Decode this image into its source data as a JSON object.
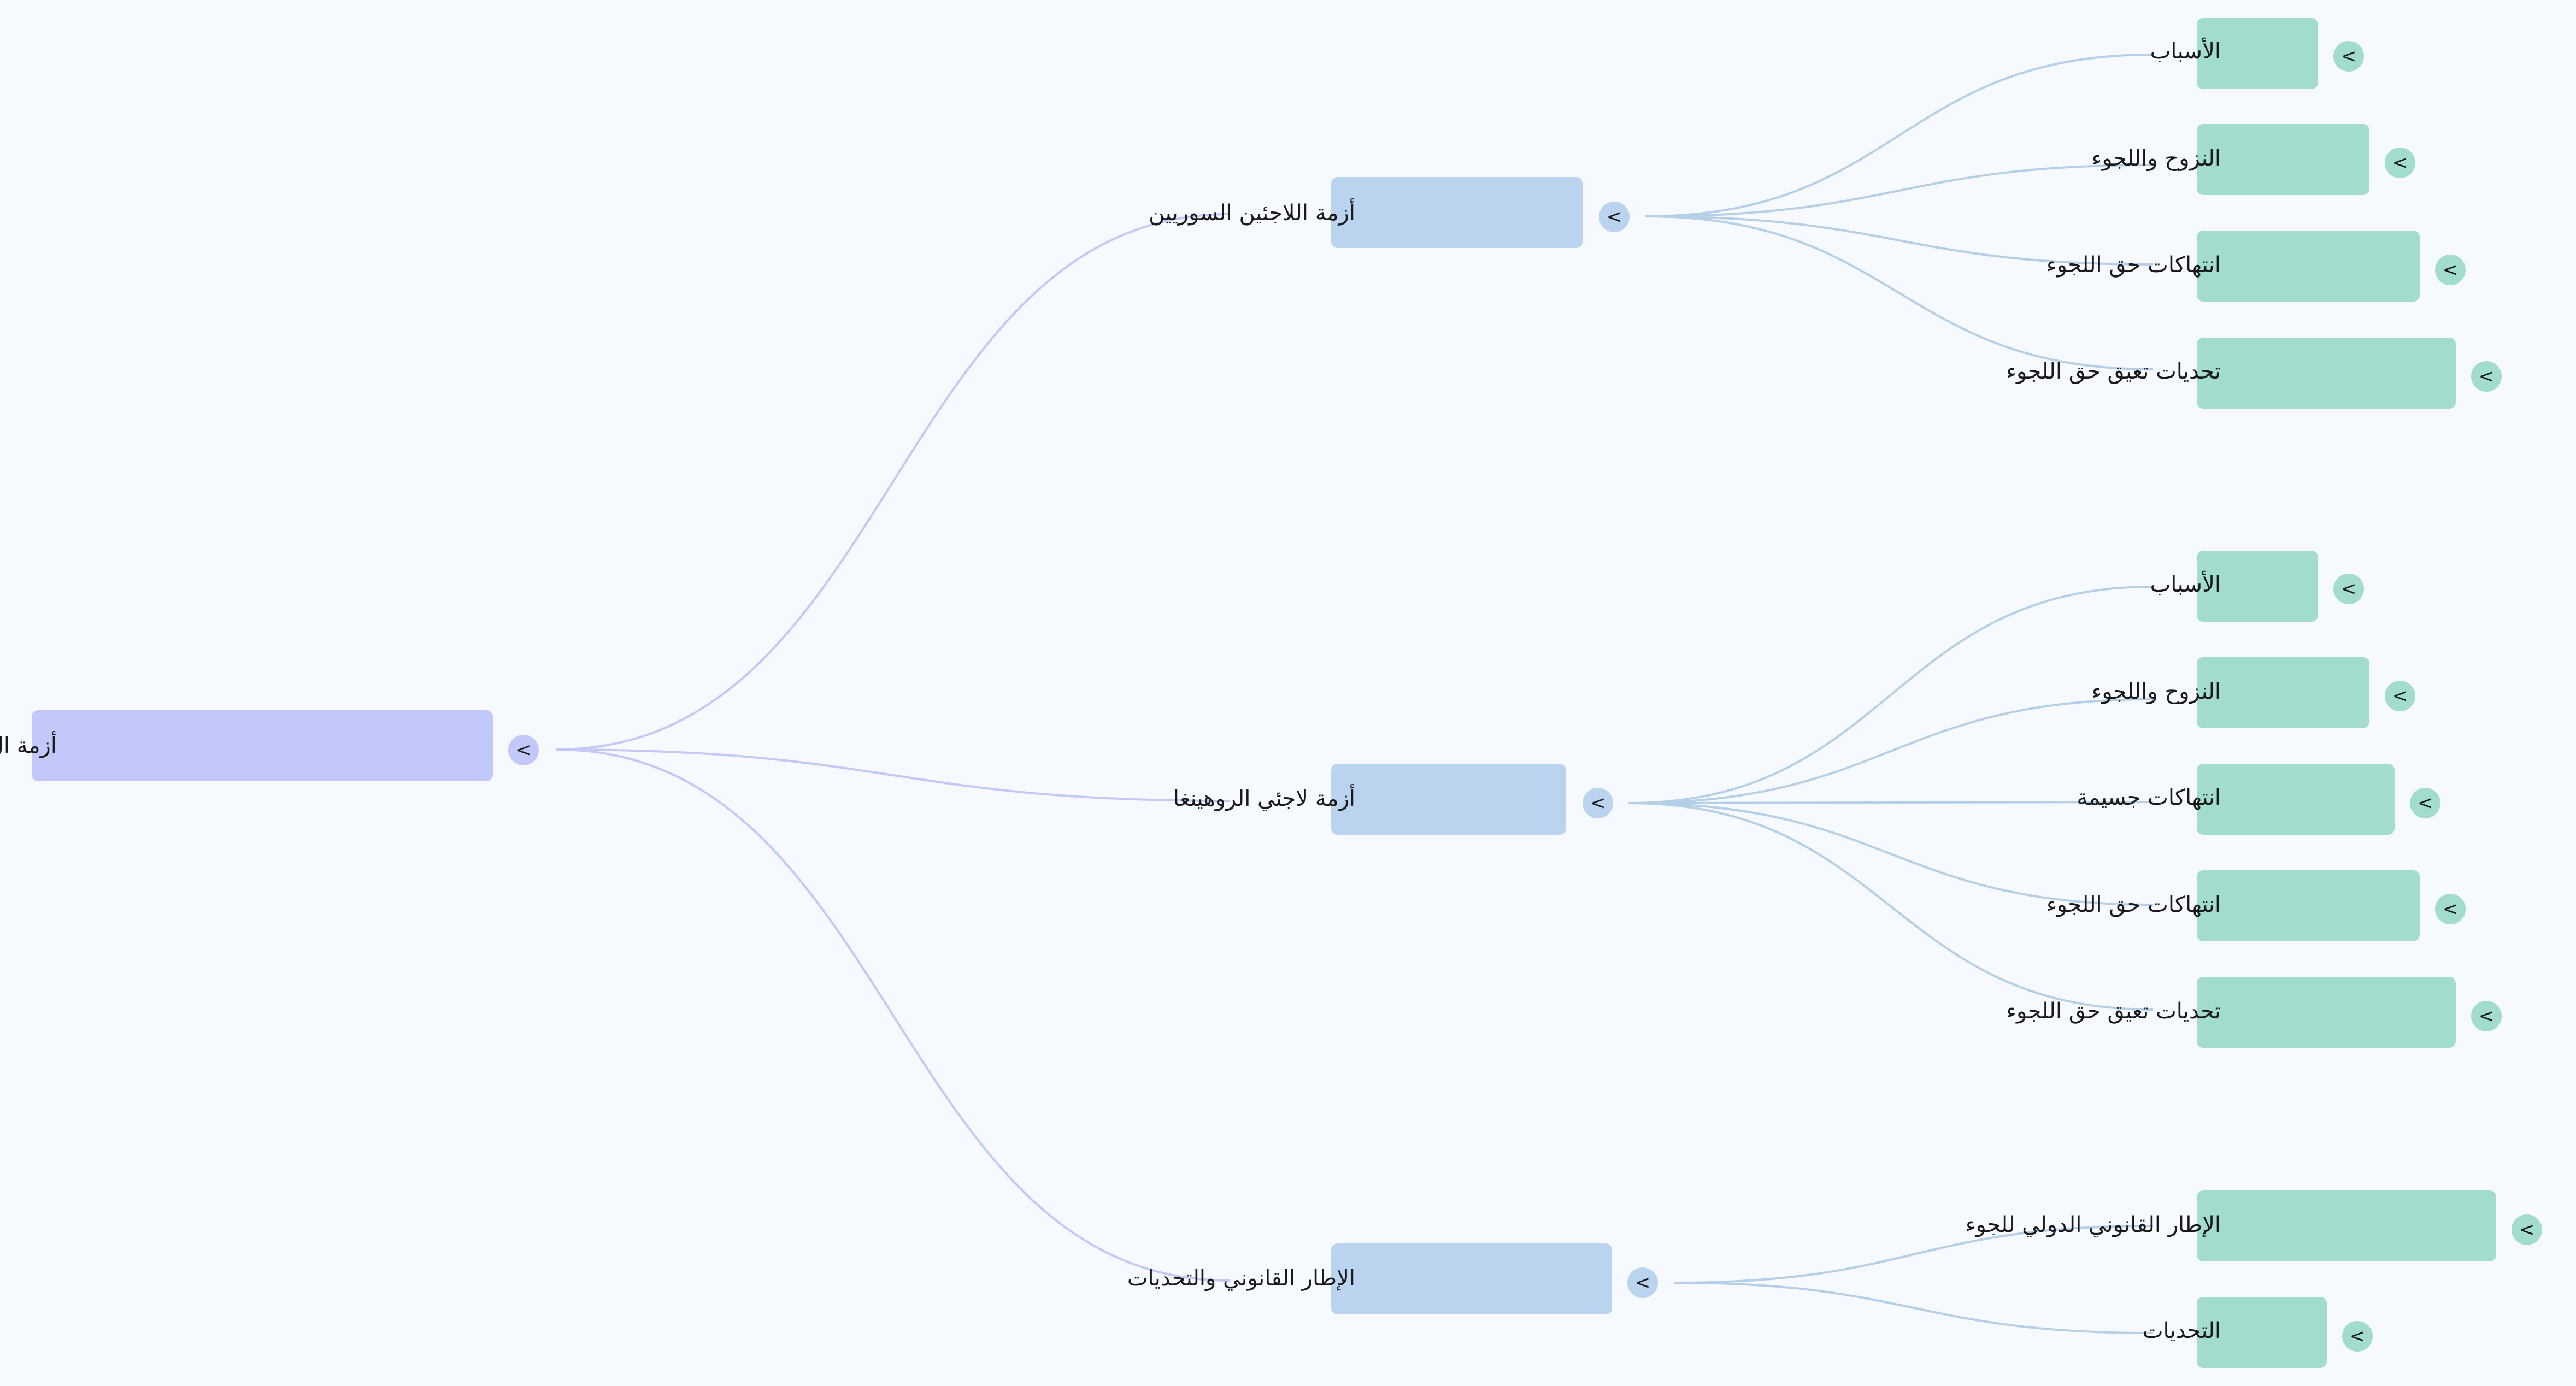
{
  "colors": {
    "background": "#f6f9fd",
    "root_node": "#c3c8fb",
    "branch_node": "#bad3ef",
    "leaf_node": "#a2dccf",
    "root_edge": "#c3c8f5",
    "branch_edge": "#b4cfe6"
  },
  "toggle_glyph": "<",
  "root": {
    "label": "أزمة ال",
    "children": [
      {
        "label": "أزمة اللاجئين السوريين",
        "children": [
          {
            "label": "الأسباب"
          },
          {
            "label": "النزوح واللجوء"
          },
          {
            "label": "انتهاكات حق اللجوء"
          },
          {
            "label": "تحديات تعيق حق اللجوء"
          }
        ]
      },
      {
        "label": "أزمة لاجئي الروهينغا",
        "children": [
          {
            "label": "الأسباب"
          },
          {
            "label": "النزوح واللجوء"
          },
          {
            "label": "انتهاكات جسيمة"
          },
          {
            "label": "انتهاكات حق اللجوء"
          },
          {
            "label": "تحديات تعيق حق اللجوء"
          }
        ]
      },
      {
        "label": "الإطار القانوني والتحديات",
        "children": [
          {
            "label": "الإطار القانوني الدولي للجوء"
          },
          {
            "label": "التحديات"
          }
        ]
      }
    ]
  }
}
